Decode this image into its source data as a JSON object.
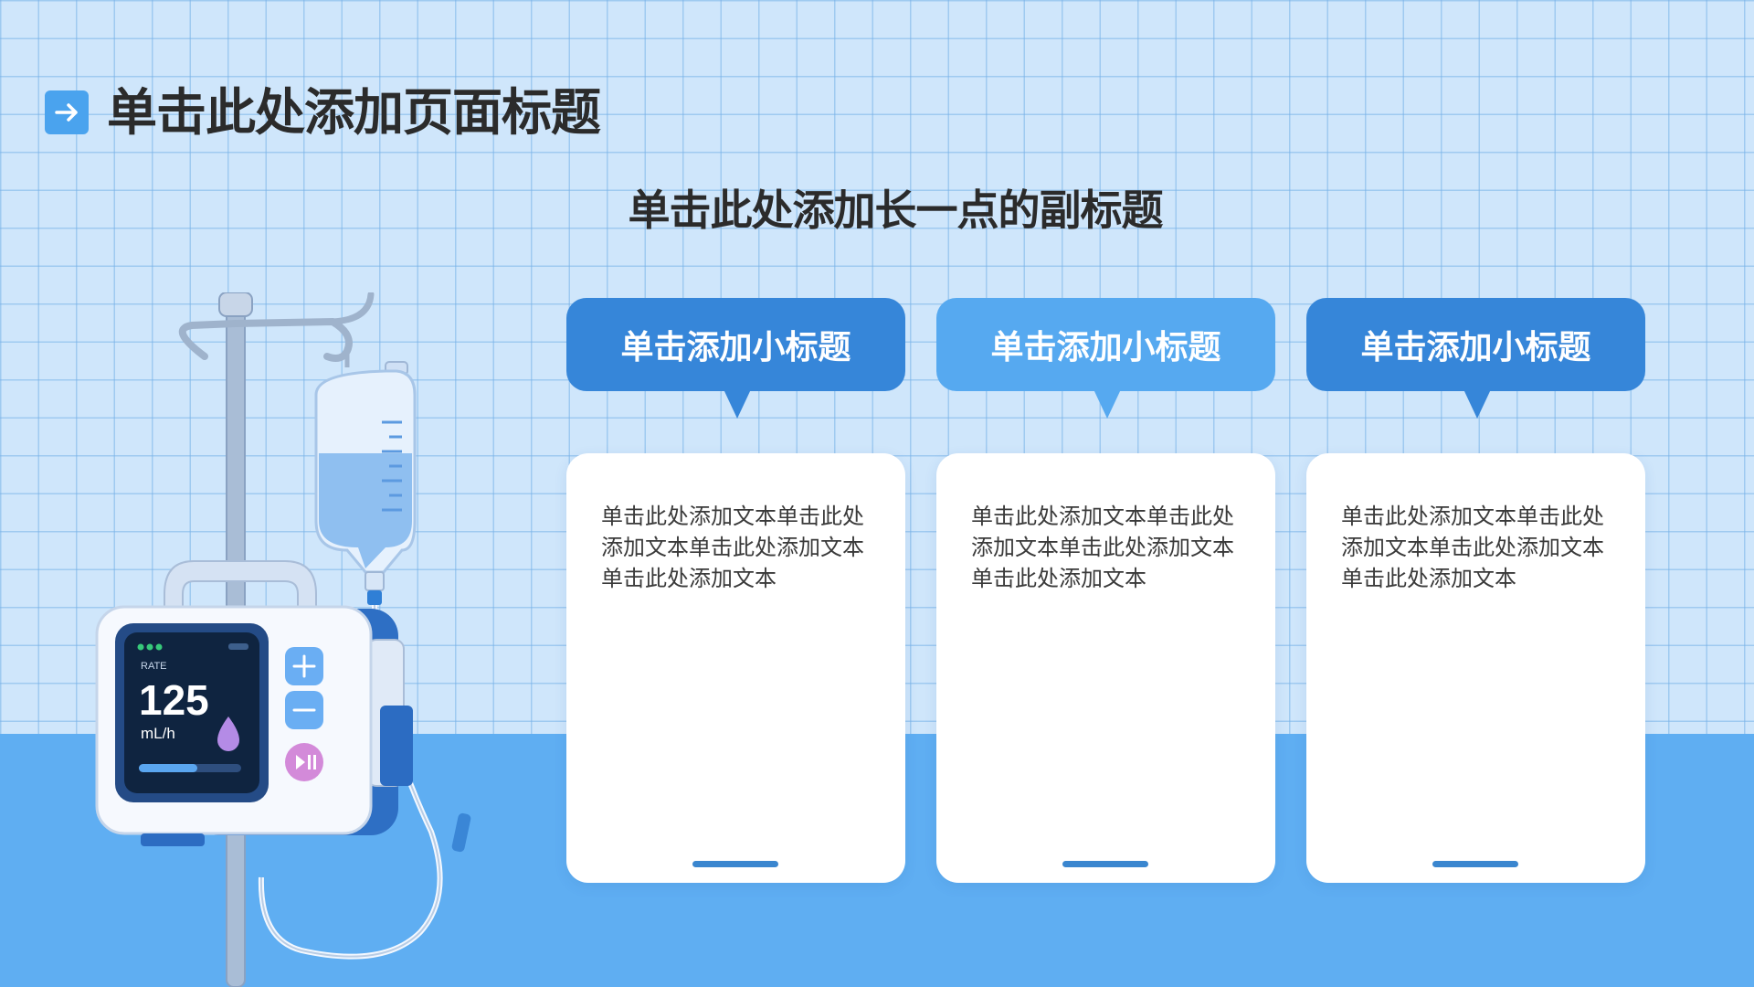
{
  "header": {
    "title": "单击此处添加页面标题",
    "title_icon": "arrow-right-icon",
    "subtitle": "单击此处添加长一点的副标题"
  },
  "cards": [
    {
      "heading": "单击添加小标题",
      "body": "单击此处添加文本单击此处添加文本单击此处添加文本单击此处添加文本",
      "color": "#3686d9"
    },
    {
      "heading": "单击添加小标题",
      "body": "单击此处添加文本单击此处添加文本单击此处添加文本单击此处添加文本",
      "color": "#56a9f0"
    },
    {
      "heading": "单击添加小标题",
      "body": "单击此处添加文本单击此处添加文本单击此处添加文本单击此处添加文本",
      "color": "#3686d9"
    }
  ],
  "pump": {
    "rate_label": "RATE",
    "rate_value": "125",
    "rate_unit": "mL/h"
  },
  "colors": {
    "background": "#cfe6fb",
    "band": "#5faef2",
    "accent": "#4aa3ee"
  }
}
